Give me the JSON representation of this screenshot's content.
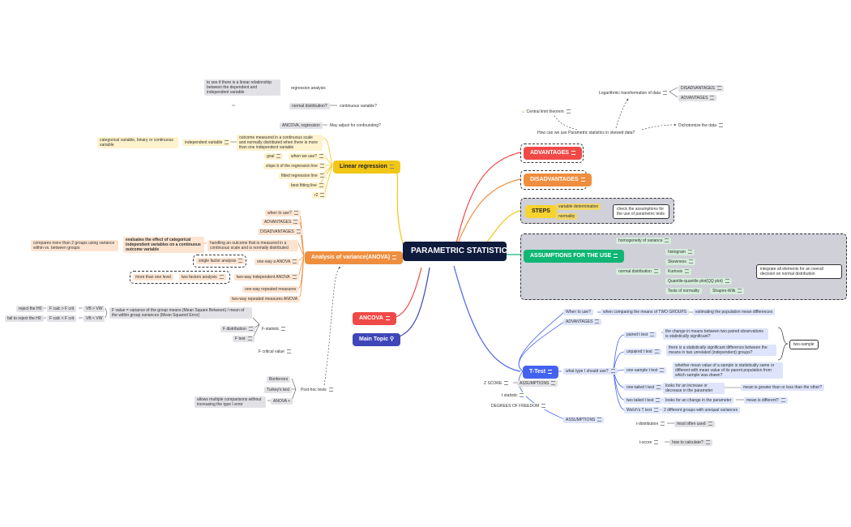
{
  "center": {
    "title": "PARAMETRIC STATISTICAL TESTS"
  },
  "colors": {
    "center": "#0f1b3d",
    "advantages": "#f04a48",
    "disadvantages": "#ef8e3e",
    "steps": "#f6d32f",
    "assumptions": "#10b676",
    "ttest": "#4462f0",
    "linear": "#f2c615",
    "anova": "#ef8e3e",
    "ancova": "#f04a48",
    "main_topic": "#3f46b8"
  },
  "linear_regression": {
    "label": "Linear regression",
    "items": [
      "outcome measured in a continuous scale and normally distributed when there is more than one independent variable",
      "goal",
      "when we use?",
      "slope b of the regression line",
      "fitted regression line",
      "best fitting line",
      "r2"
    ],
    "independent_variable": "independent variable",
    "categorical": "categorical variable, binary or continuous variable",
    "regression_analysis": "regression analysis",
    "regression_note": "to see if there is a linear relationship between the dependent and independent variable",
    "continuous_variable": "continuous variable?",
    "normal_distribution": "normal distribution?",
    "adjust": "May adjust for confounding?",
    "ancova_regression": "ANCOVA, regression"
  },
  "anova": {
    "label": "Analysis of variance(ANOVA)",
    "when_to_use": "when to use?",
    "advantages": "ADVANTAGES",
    "disadvantages": "DISADVANTAGES",
    "handling": "handling an outcome that is measured in a continuous scale and is normally distributed",
    "evaluates": "evaluates the effect of  categorical independent variables on a continuous outcome variable",
    "compares": "compares more than 2 groups using variance within vs. between groups",
    "one_way": "one-way a ANOVA",
    "single_factor": "single factor analysis",
    "two_way": "two-way independent ANOVA",
    "two_factors": "two factors analysis",
    "more_than_one": "more than one level",
    "one_way_repeated": "one-way repeated measures",
    "two_way_repeated": "two-way repeated measures ANOVA"
  },
  "f_statistic": {
    "label": "F-statistic",
    "definition": "F value = variance of the group means (Mean Square Between) / mean of the within group variances (Mean Squared Error)",
    "vb_gt": "VB > VW",
    "vb_lt": "VB < VW",
    "f_calc_gt": "F calc > F crit",
    "f_calc_lt": "F calc < F crit",
    "reject": "reject the H0",
    "fail": "fail to reject the H0",
    "f_distribution": "F distribution",
    "f_test": "F test",
    "f_critical": "F critical value"
  },
  "post_hoc": {
    "label": "Post-hoc tests",
    "bonferroni": "Bonferroni",
    "tukey": "Turkey's test",
    "anova": "ANOVA +",
    "allows": "allows multiple comparisons without increasing the type I error"
  },
  "ancova": {
    "label": "ANCOVA"
  },
  "main_topic": {
    "label": "Main Topic"
  },
  "advantages": {
    "label": "ADVANTAGES"
  },
  "disadvantages": {
    "label": "DISADVANTAGES"
  },
  "steps": {
    "label": "STEPS",
    "variable": "variable determination",
    "normality": "normality",
    "check": "check the assumptions for the use of parametric tests"
  },
  "skewed": {
    "question": "How can we use Parametric statistics in skewed data?",
    "central_limit": "Central limit theorem",
    "log": "Logarithmic transformation of data",
    "disadvantages": "DISADVANTAGES",
    "advantages": "ADVANTAGES",
    "dichotomize": "Dichotomize the data"
  },
  "assumptions": {
    "label": "ASSUMPTIONS FOR THE USE",
    "homogeneity": "homogeneity of variance",
    "normal": "normal distribution",
    "histogram": "histogram",
    "skewness": "Skewness",
    "kurtosis": "Kurtosis",
    "qq": "Quantile-quantile plot(QQ plot)",
    "tests": "Tests of normality",
    "shapiro": "Shapiro-Wilk",
    "integrate": "integrate all elements for an overall decision on normal distribution"
  },
  "ttest": {
    "label": "T-Test",
    "when_to_use": "When to use?",
    "when_comparing": "when comparing the means of TWO GROUPS",
    "estimating": "estimating the population mean differences",
    "advantages": "ADVANTAGES",
    "which_type": "what type I should use?",
    "paired": "paired t test",
    "paired_desc": "the change in means between two paired observations is statistically significant?",
    "unpaired": "unpaired t test",
    "unpaired_desc": "there is a statistically significant difference between the means in two unrelated (independent) groups?",
    "two_sample": "two-sample",
    "one_sample": "one-sample t test",
    "one_sample_desc": "whether mean value of a sample is statistically same or different with mean value of its parent population from which sample was drawn?",
    "one_tailed": "one-tailed t test",
    "one_tailed_desc": "looks for an increase or decrease in the parameter",
    "mean_greater": "mean is greater than or less than the other?",
    "two_tailed": "two tailed t test",
    "two_tailed_desc": "looks for an change in the parameter",
    "mean_different": "mean is different?",
    "welch": "Welch's T test",
    "welch_desc": "2 different groups with unequal variances",
    "assumptions": "ASSUMPTIONS",
    "z_score": "Z SCORE",
    "assumptions_left": "ASSUMPTIONS",
    "t_statistic": "t statistic",
    "dof": "DEGREES OF FREEDOM",
    "t_distribution": "t-distribution",
    "most_often": "most often used",
    "t_score": "t-score",
    "how_calc": "how to calculate?"
  }
}
